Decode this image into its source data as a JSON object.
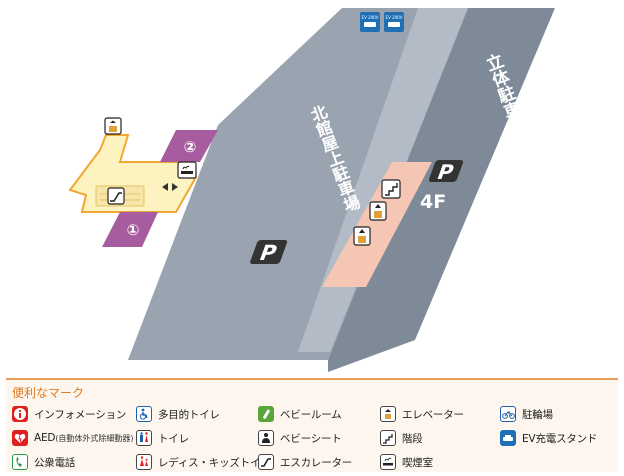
{
  "map": {
    "north_building_label": "北館屋上駐車場",
    "multilevel_parking_label": "立体駐車場",
    "parking_symbol": "P",
    "floor_label": "4F",
    "entrance_numbers": [
      "①",
      "②"
    ],
    "ev_badge_text": "EV 200V"
  },
  "legend": {
    "title": "便利なマーク",
    "items": [
      {
        "icon": "info-icon",
        "label": "インフォメーション",
        "sub": ""
      },
      {
        "icon": "aed-icon",
        "label": "AED",
        "sub": "(自動体外式除細動器)"
      },
      {
        "icon": "phone-icon",
        "label": "公衆電話",
        "sub": ""
      },
      {
        "icon": "accessible-toilet-icon",
        "label": "多目的トイレ",
        "sub": ""
      },
      {
        "icon": "toilet-icon",
        "label": "トイレ",
        "sub": ""
      },
      {
        "icon": "ladies-kids-toilet-icon",
        "label": "レディス・キッズトイレ",
        "sub": ""
      },
      {
        "icon": "baby-room-icon",
        "label": "ベビールーム",
        "sub": ""
      },
      {
        "icon": "baby-seat-icon",
        "label": "ベビーシート",
        "sub": ""
      },
      {
        "icon": "escalator-icon",
        "label": "エスカレーター",
        "sub": ""
      },
      {
        "icon": "elevator-icon",
        "label": "エレベーター",
        "sub": ""
      },
      {
        "icon": "stairs-icon",
        "label": "階段",
        "sub": ""
      },
      {
        "icon": "smoking-room-icon",
        "label": "喫煙室",
        "sub": ""
      },
      {
        "icon": "bicycle-parking-icon",
        "label": "駐輪場",
        "sub": ""
      },
      {
        "icon": "ev-charging-icon",
        "label": "EV充電スタンド",
        "sub": ""
      }
    ]
  },
  "colors": {
    "floor_gray": "#9aa4b1",
    "floor_dark": "#7e8a98",
    "floor_light": "#b3bcc6",
    "building_yellow": "#fdf3c0",
    "building_outline": "#f0a830",
    "purple": "#a65c9e",
    "stair_pink": "#f5c6b4",
    "legend_orange": "#e07a1f"
  }
}
